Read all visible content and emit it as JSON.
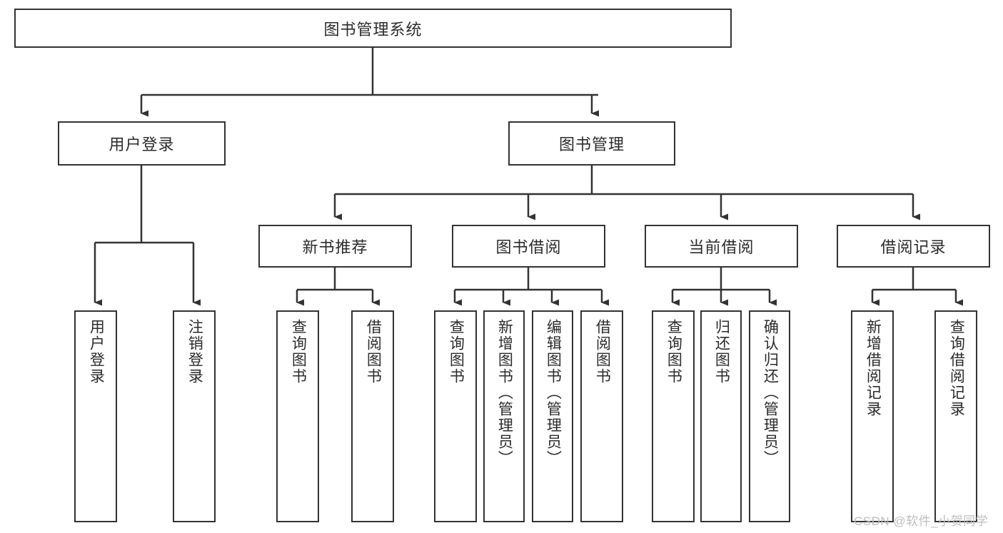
{
  "diagram": {
    "title": "图书管理系统",
    "watermark": "CSDN @软件_小贺同学",
    "root": {
      "label": "图书管理系统"
    },
    "level2": [
      {
        "label": "用户登录"
      },
      {
        "label": "图书管理"
      }
    ],
    "level3": [
      {
        "label": "新书推荐"
      },
      {
        "label": "图书借阅"
      },
      {
        "label": "当前借阅"
      },
      {
        "label": "借阅记录"
      }
    ],
    "leaves": [
      {
        "label": "用户登录"
      },
      {
        "label": "注销登录"
      },
      {
        "label": "查询图书"
      },
      {
        "label": "借阅图书"
      },
      {
        "label": "查询图书"
      },
      {
        "label": "新增图书（管理员）"
      },
      {
        "label": "编辑图书（管理员）"
      },
      {
        "label": "借阅图书"
      },
      {
        "label": "查询图书"
      },
      {
        "label": "归还图书"
      },
      {
        "label": "确认归还（管理员）"
      },
      {
        "label": "新增借阅记录"
      },
      {
        "label": "查询借阅记录"
      }
    ],
    "colors": {
      "stroke": "#333333",
      "text": "#2b2b2b",
      "background": "#ffffff",
      "watermark": "#bdbdbd"
    }
  }
}
